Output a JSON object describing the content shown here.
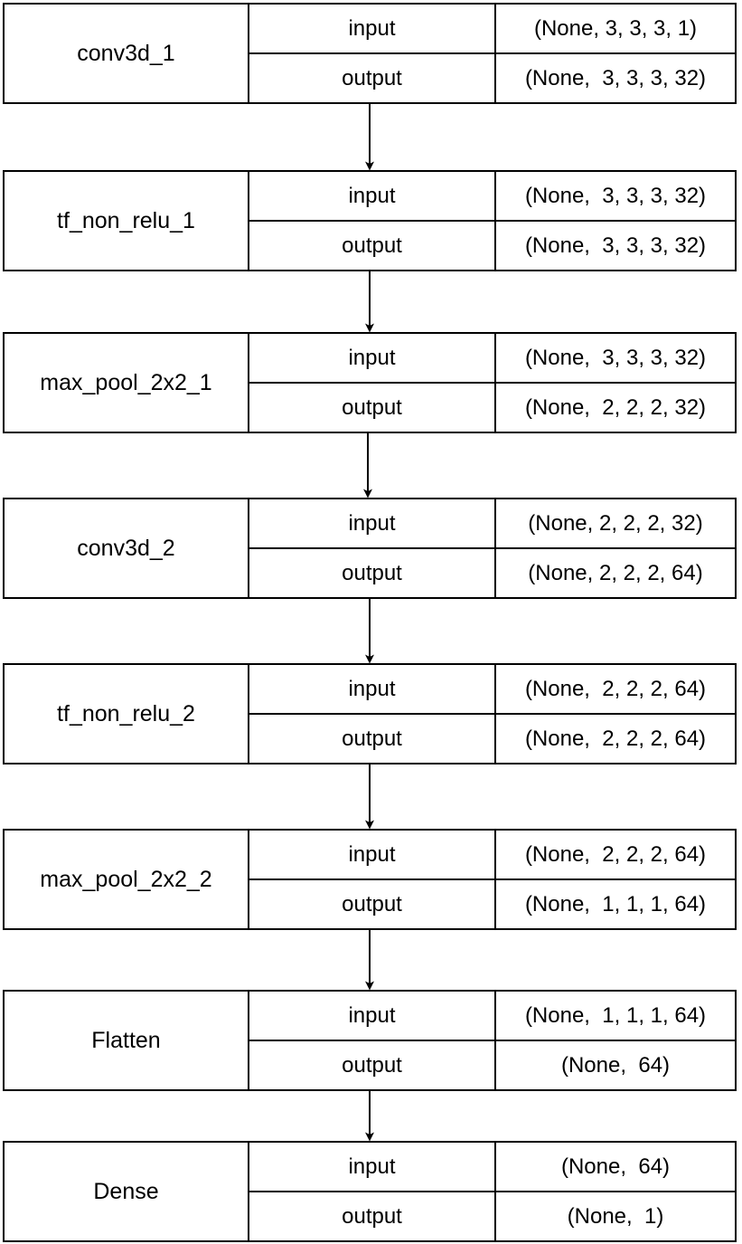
{
  "diagram": {
    "layers": [
      {
        "name": "conv3d_1",
        "input_label": "input",
        "output_label": "output",
        "input_shape": "(None, 3, 3, 3, 1)",
        "output_shape": "(None,  3, 3, 3, 32)"
      },
      {
        "name": "tf_non_relu_1",
        "input_label": "input",
        "output_label": "output",
        "input_shape": "(None,  3, 3, 3, 32)",
        "output_shape": "(None,  3, 3, 3, 32)"
      },
      {
        "name": "max_pool_2x2_1",
        "input_label": "input",
        "output_label": "output",
        "input_shape": "(None,  3, 3, 3, 32)",
        "output_shape": "(None,  2, 2, 2, 32)"
      },
      {
        "name": "conv3d_2",
        "input_label": "input",
        "output_label": "output",
        "input_shape": "(None, 2, 2, 2, 32)",
        "output_shape": "(None, 2, 2, 2, 64)"
      },
      {
        "name": "tf_non_relu_2",
        "input_label": "input",
        "output_label": "output",
        "input_shape": "(None,  2, 2, 2, 64)",
        "output_shape": "(None,  2, 2, 2, 64)"
      },
      {
        "name": "max_pool_2x2_2",
        "input_label": "input",
        "output_label": "output",
        "input_shape": "(None,  2, 2, 2, 64)",
        "output_shape": "(None,  1, 1, 1, 64)"
      },
      {
        "name": "Flatten",
        "input_label": "input",
        "output_label": "output",
        "input_shape": "(None,  1, 1, 1, 64)",
        "output_shape": "(None,  64)"
      },
      {
        "name": "Dense",
        "input_label": "input",
        "output_label": "output",
        "input_shape": "(None,  64)",
        "output_shape": "(None,  1)"
      }
    ],
    "connections": [
      {
        "from": "conv3d_1",
        "to": "tf_non_relu_1"
      },
      {
        "from": "tf_non_relu_1",
        "to": "max_pool_2x2_1"
      },
      {
        "from": "max_pool_2x2_1",
        "to": "conv3d_2"
      },
      {
        "from": "conv3d_2",
        "to": "tf_non_relu_2"
      },
      {
        "from": "tf_non_relu_2",
        "to": "max_pool_2x2_2"
      },
      {
        "from": "max_pool_2x2_2",
        "to": "Flatten"
      },
      {
        "from": "Flatten",
        "to": "Dense"
      }
    ],
    "colors": {
      "line": "#000000",
      "background": "#ffffff"
    }
  }
}
